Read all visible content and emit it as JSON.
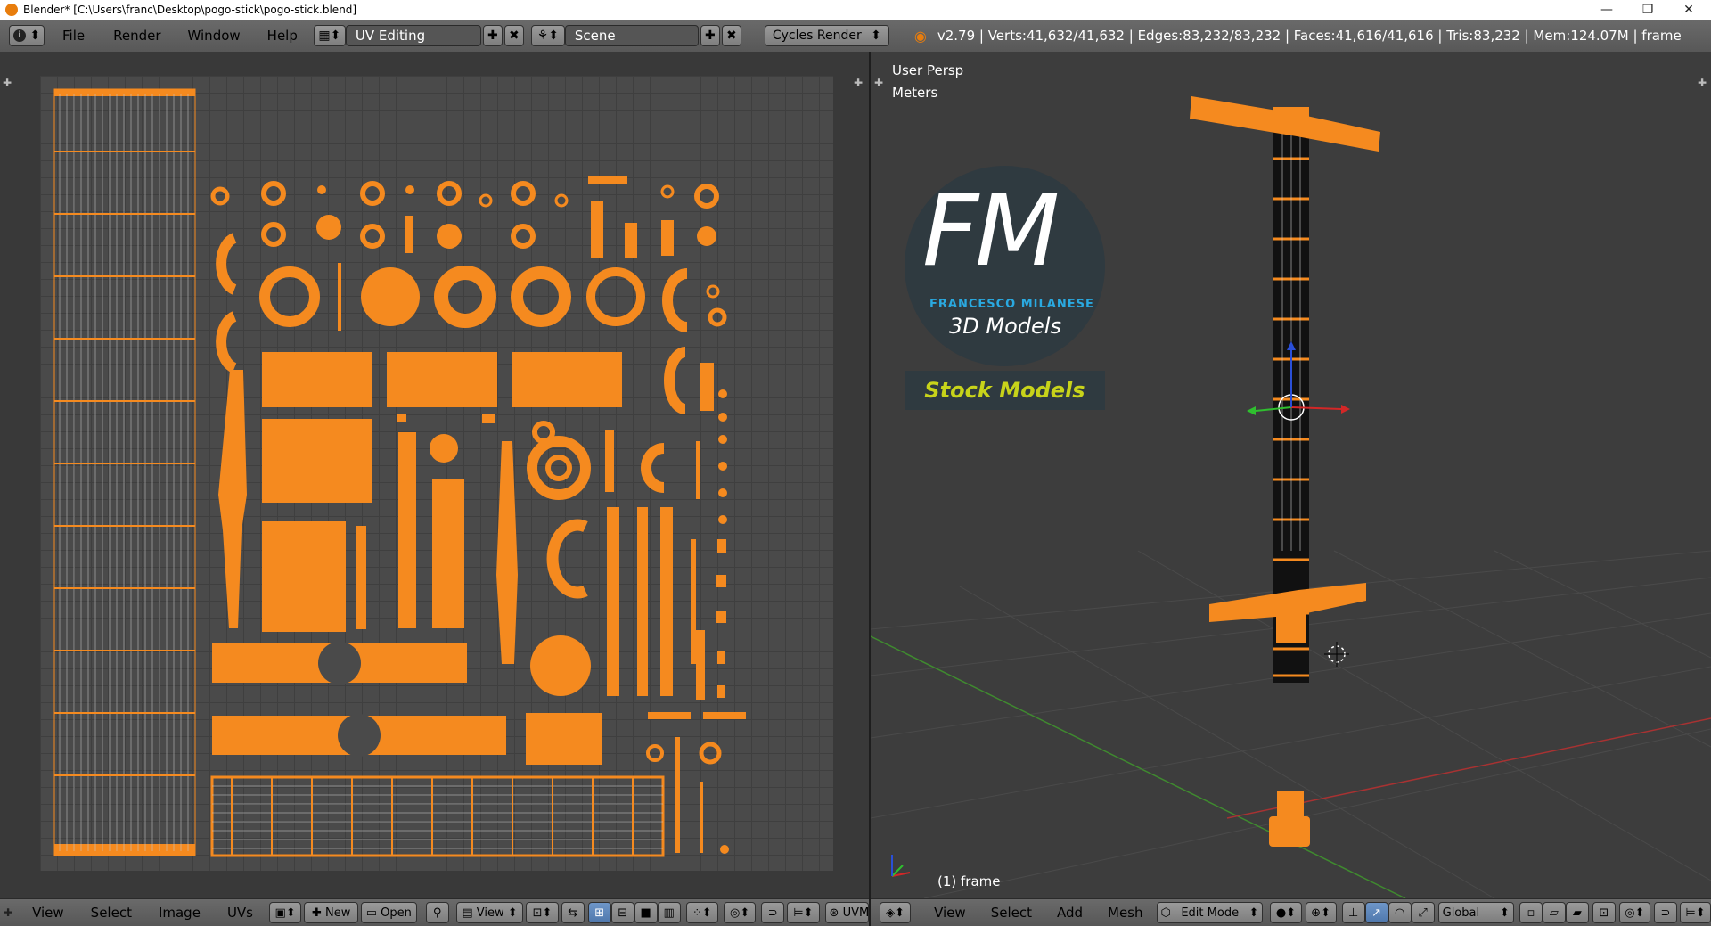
{
  "window": {
    "title": "Blender* [C:\\Users\\franc\\Desktop\\pogo-stick\\pogo-stick.blend]",
    "controls": [
      "—",
      "❐",
      "✕"
    ]
  },
  "info_header": {
    "menus": [
      "File",
      "Render",
      "Window",
      "Help"
    ],
    "screen_layout": "UV Editing",
    "scene": "Scene",
    "render_engine": "Cycles Render",
    "stats": "v2.79 | Verts:41,632/41,632 | Edges:83,232/83,232 | Faces:41,616/41,616 | Tris:83,232 | Mem:124.07M | frame"
  },
  "uv_editor": {
    "menus": [
      "View",
      "Select",
      "Image",
      "UVs"
    ],
    "new_label": "New",
    "open_label": "Open",
    "view_label": "View",
    "uvmap_label": "UVM"
  },
  "viewport": {
    "view_name": "User Persp",
    "units": "Meters",
    "object_label": "(1) frame",
    "menus": [
      "View",
      "Select",
      "Add",
      "Mesh"
    ],
    "mode": "Edit Mode",
    "orientation": "Global"
  },
  "watermark": {
    "logo_letters": "FM",
    "brand": "FRANCESCO MILANESE",
    "subtitle": "3D Models",
    "banner": "Stock Models"
  },
  "colors": {
    "uv_orange": "#f58a1f",
    "logo_blue": "#2aa9e0",
    "banner_text": "#c8d31a",
    "header_gray": "#6a6a6a"
  }
}
